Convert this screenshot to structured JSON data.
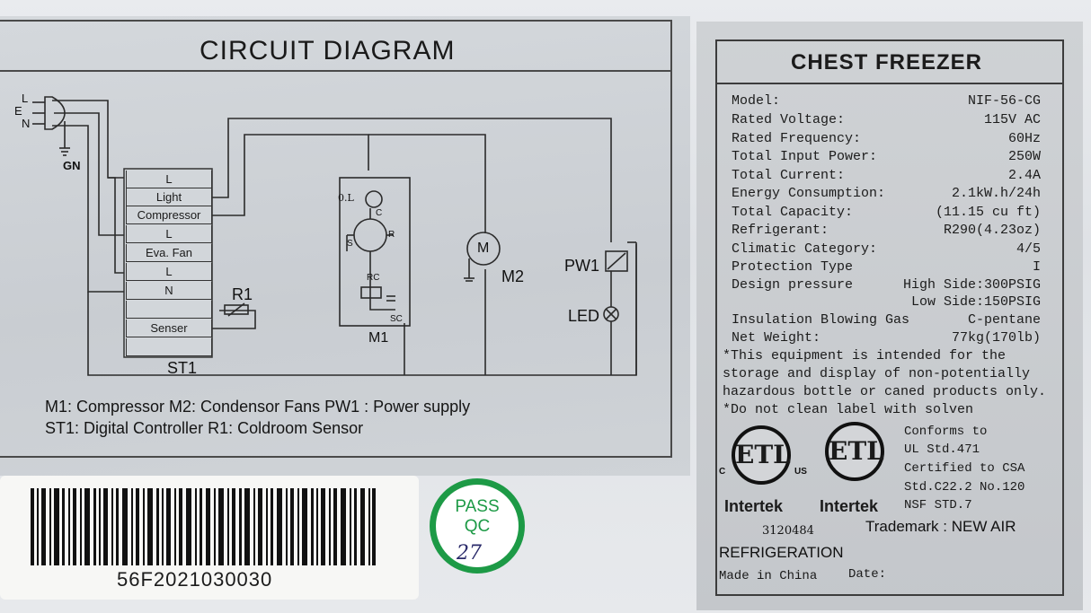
{
  "circuit": {
    "title": "CIRCUIT DIAGRAM",
    "plug": {
      "l": "L",
      "e": "E",
      "n": "N",
      "gn": "GN"
    },
    "terminal_block": [
      "L",
      "Light",
      "Compressor",
      "L",
      "Eva. Fan",
      "L",
      "N",
      "",
      "Senser",
      ""
    ],
    "st1": "ST1",
    "r1": "R1",
    "compressor": {
      "ol": "0.L",
      "c": "C",
      "s": "S",
      "r": "R",
      "rc": "RC",
      "sc": "SC",
      "m1": "M1"
    },
    "fan": {
      "m": "M",
      "m2": "M2"
    },
    "pw1": "PW1",
    "led": "LED",
    "legend_line1": "M1: Compressor   M2: Condensor Fans   PW1 : Power supply",
    "legend_line2": "ST1: Digital Controller R1: Coldroom Sensor"
  },
  "freezer": {
    "title": "CHEST   FREEZER",
    "specs": [
      {
        "k": "Model:",
        "v": "NIF-56-CG"
      },
      {
        "k": "Rated Voltage:",
        "v": "115V AC"
      },
      {
        "k": "Rated Frequency:",
        "v": "60Hz"
      },
      {
        "k": "Total Input Power:",
        "v": "250W"
      },
      {
        "k": "Total Current:",
        "v": "2.4A"
      },
      {
        "k": "Energy Consumption:",
        "v": "2.1kW.h/24h"
      },
      {
        "k": "Total Capacity:",
        "v": "(11.15 cu ft)"
      },
      {
        "k": "Refrigerant:",
        "v": "R290(4.23oz)"
      },
      {
        "k": "Climatic Category:",
        "v": "4/5"
      },
      {
        "k": "Protection Type",
        "v": "I"
      },
      {
        "k": "Design pressure",
        "v": "High Side:300PSIG"
      },
      {
        "k": "",
        "v": "Low Side:150PSIG"
      },
      {
        "k": "Insulation Blowing Gas",
        "v": "C-pentane"
      },
      {
        "k": "Net Weight:",
        "v": "77kg(170lb)"
      }
    ],
    "note1": " *This equipment is intended for the",
    "note2": "storage and display of non-potentially",
    "note3": "hazardous bottle or caned products only.",
    "note4": " *Do not clean label with solven",
    "conforms": [
      "Conforms to",
      "UL Std.471",
      "Certified to CSA",
      "Std.C22.2 No.120",
      "NSF STD.7"
    ],
    "etl_mark": "ETL",
    "c_mark": "C",
    "us_mark": "US",
    "intertek": "Intertek",
    "cert_number": "3120484",
    "trademark": "Trademark : NEW AIR",
    "refrigeration": "REFRIGERATION",
    "made_in": "Made in China",
    "date": "Date:"
  },
  "barcode": {
    "text": "56F2021030030"
  },
  "qc": {
    "line1": "PASS",
    "line2": "QC",
    "number": "27"
  },
  "colors": {
    "qc_green": "#1d9a46",
    "label_grey": "#c9cdd2"
  }
}
